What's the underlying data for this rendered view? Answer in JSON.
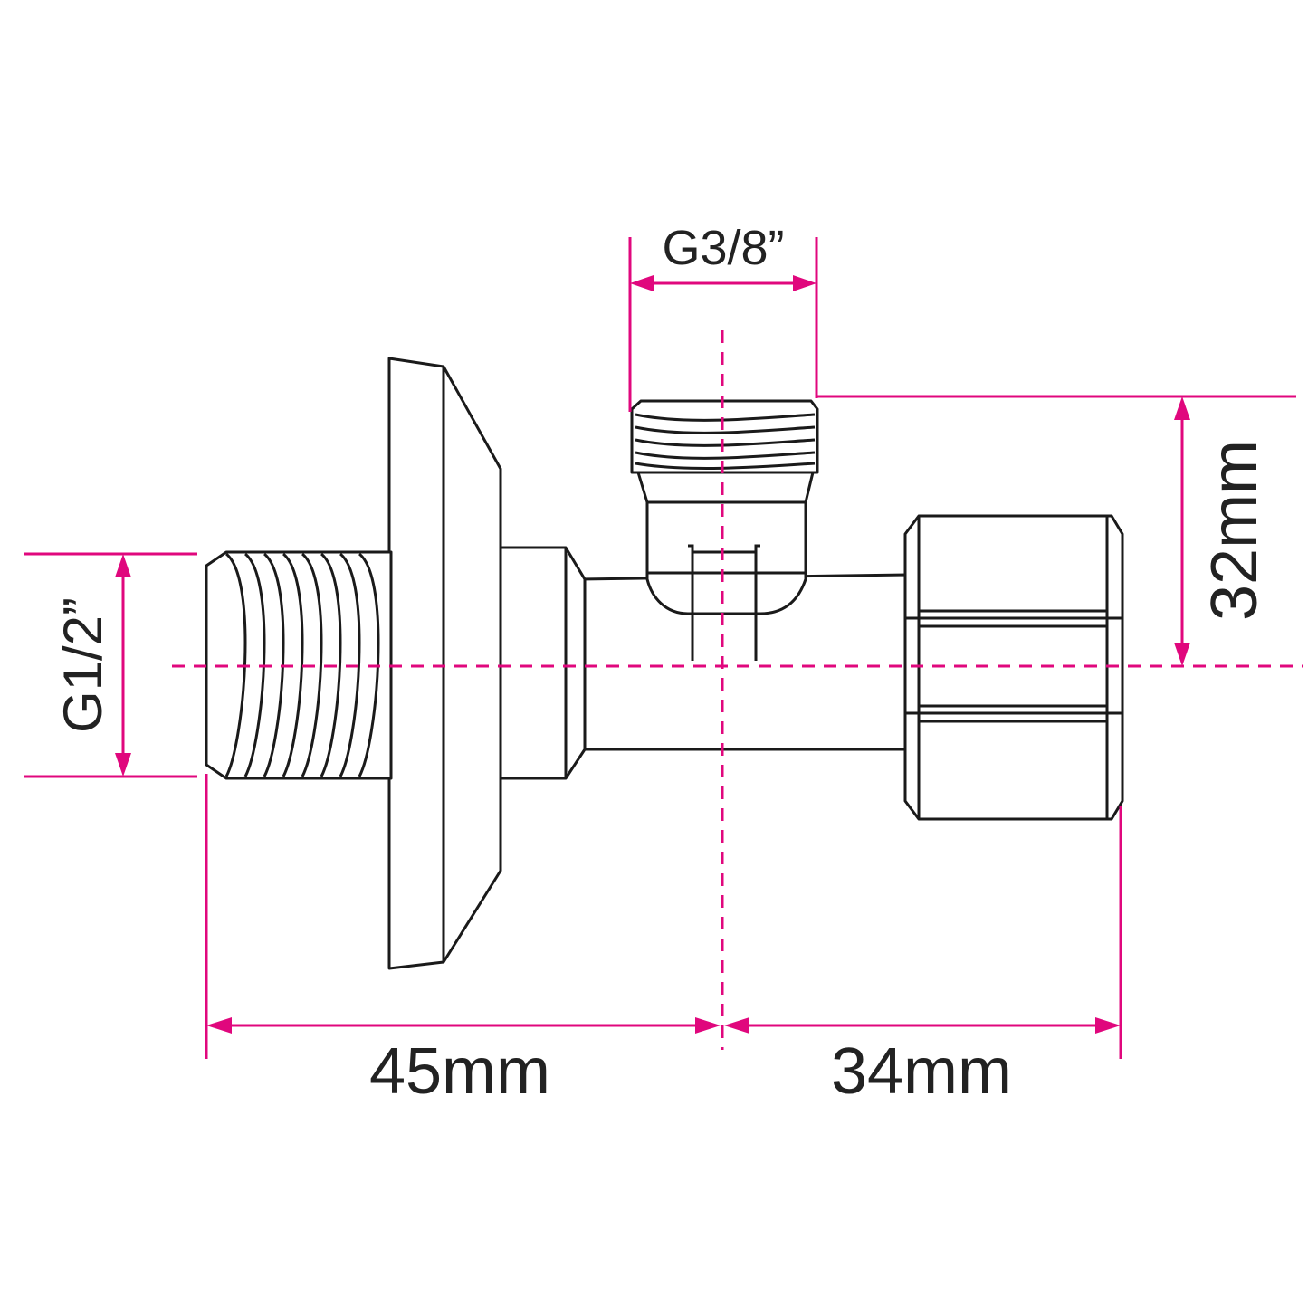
{
  "dimensions": {
    "outlet_thread": "G3/8”",
    "inlet_thread": "G1/2”",
    "height_offset": "32mm",
    "inlet_length": "45mm",
    "outlet_length": "34mm"
  },
  "colors": {
    "dimension": "#e0077d",
    "outline": "#1a1a1a"
  }
}
